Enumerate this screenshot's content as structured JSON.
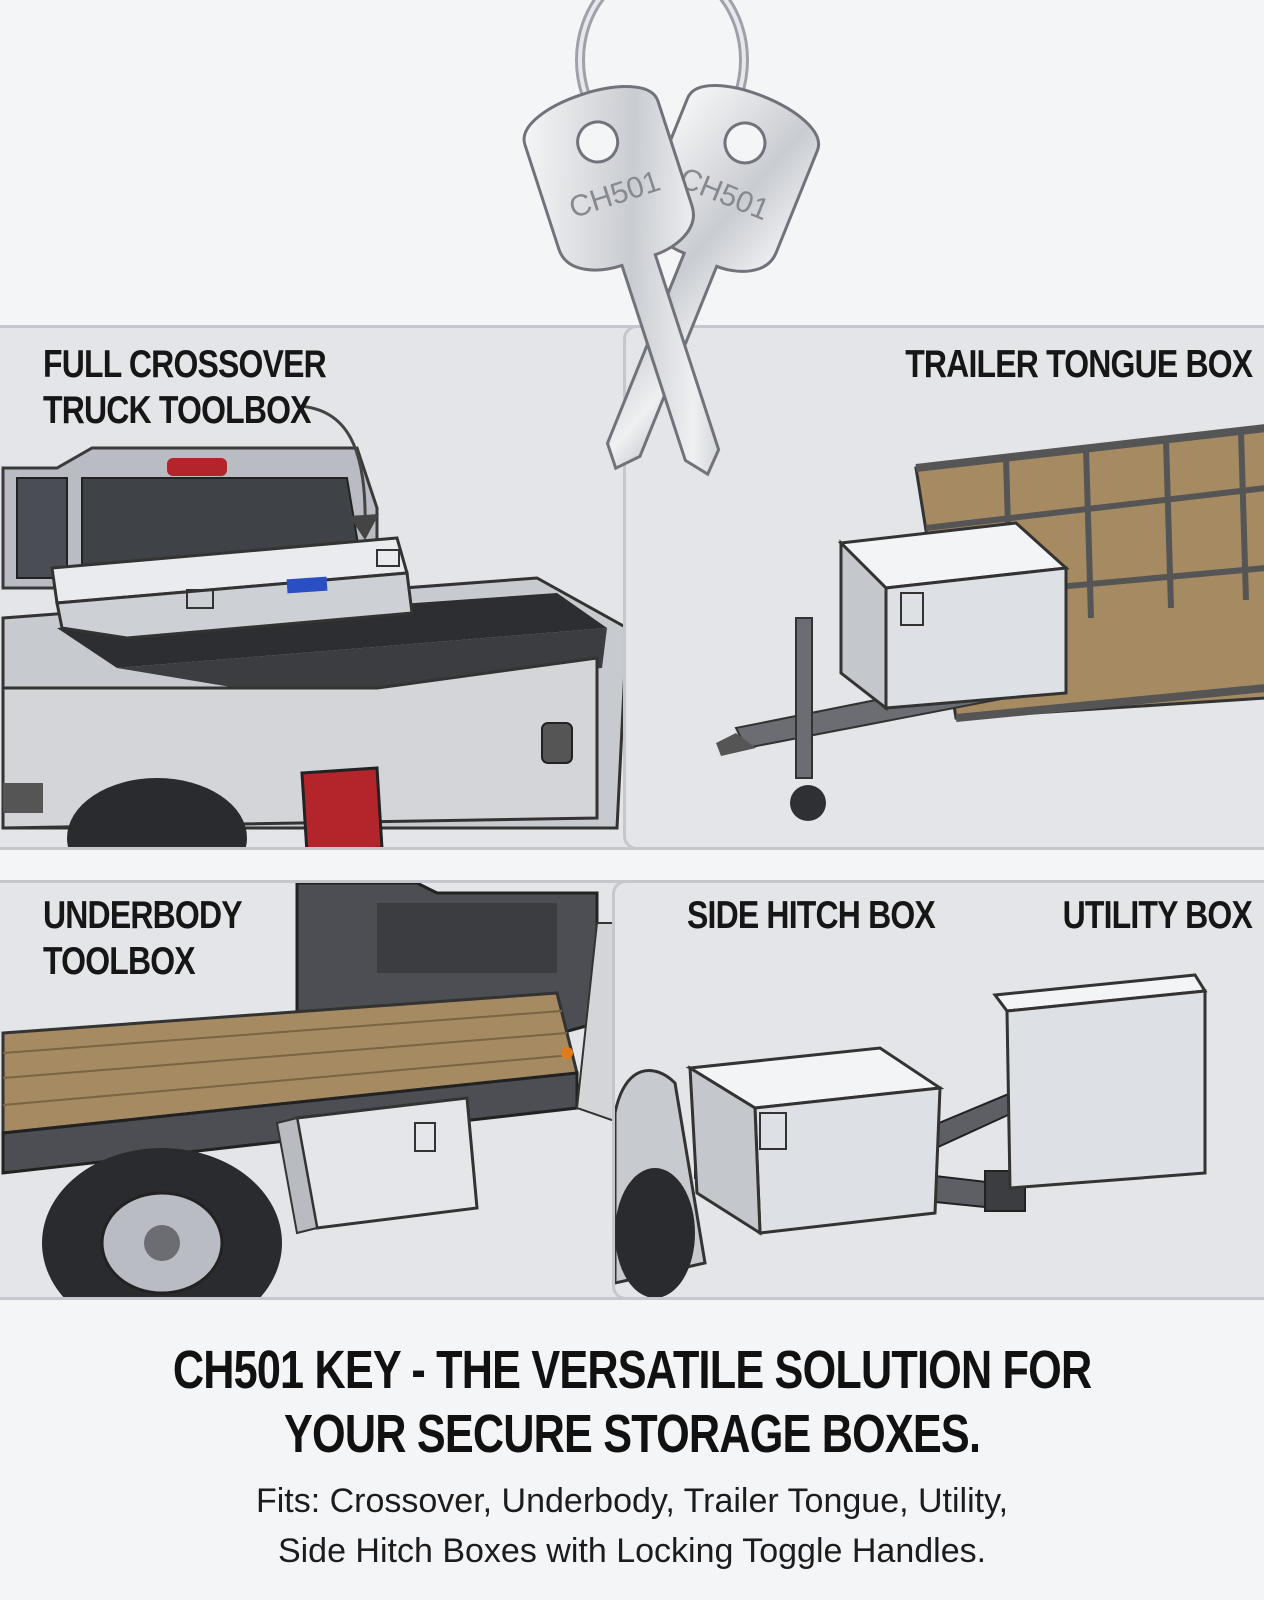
{
  "keys": {
    "engraving": "CH501"
  },
  "panels": {
    "crossover": {
      "label_line1": "FULL CROSSOVER",
      "label_line2": "TRUCK TOOLBOX"
    },
    "trailer_tongue": {
      "label": "TRAILER TONGUE BOX"
    },
    "underbody": {
      "label_line1": "UNDERBODY",
      "label_line2": "TOOLBOX"
    },
    "side_hitch": {
      "label": "SIDE HITCH BOX"
    },
    "utility": {
      "label": "UTILITY BOX"
    }
  },
  "headline": {
    "line1": "CH501 KEY - THE VERSATILE SOLUTION FOR",
    "line2": "YOUR SECURE STORAGE BOXES."
  },
  "subtext": {
    "line1": "Fits: Crossover, Underbody, Trailer Tongue, Utility,",
    "line2": "Side Hitch Boxes with Locking Toggle Handles."
  },
  "colors": {
    "background": "#f4f5f7",
    "panel": "#e3e5e9",
    "panel_border": "#c4c7cc",
    "taillight": "#b3242b",
    "badge": "#2a4fc4"
  }
}
